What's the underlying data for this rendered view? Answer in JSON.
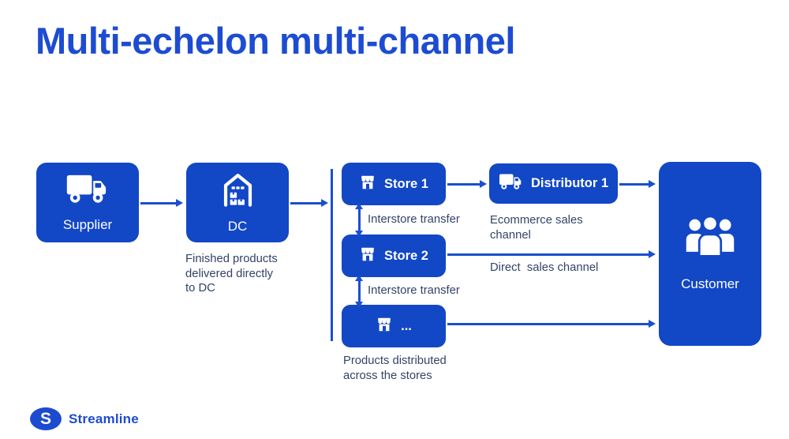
{
  "title": "Multi-echelon multi-channel",
  "colors": {
    "node_fill": "#1247c6",
    "arrow": "#1a4fce",
    "title_text": "#1d4cd2",
    "note_text": "#334467",
    "node_text": "#ffffff",
    "background": "#ffffff"
  },
  "nodes": {
    "supplier": {
      "label": "Supplier",
      "icon": "truck-icon"
    },
    "dc": {
      "label": "DC",
      "icon": "warehouse-icon"
    },
    "store1": {
      "label": "Store 1",
      "icon": "storefront-icon"
    },
    "store2": {
      "label": "Store 2",
      "icon": "storefront-icon"
    },
    "store_more": {
      "label": "...",
      "icon": "storefront-icon"
    },
    "distributor1": {
      "label": "Distributor 1",
      "icon": "truck-icon"
    },
    "customer": {
      "label": "Customer",
      "icon": "people-icon"
    }
  },
  "edges": [
    {
      "from": "supplier",
      "to": "dc"
    },
    {
      "from": "dc",
      "to": "stores-line"
    },
    {
      "from": "store1",
      "to": "distributor1"
    },
    {
      "from": "distributor1",
      "to": "customer",
      "label": "Ecommerce sales\nchannel"
    },
    {
      "from": "store2",
      "to": "customer",
      "label": "Direct  sales channel"
    },
    {
      "from": "store_more",
      "to": "customer"
    },
    {
      "from": "store1",
      "to": "store2",
      "bidirectional": true,
      "label": "Interstore transfer"
    },
    {
      "from": "store2",
      "to": "store_more",
      "bidirectional": true,
      "label": "Interstore transfer"
    }
  ],
  "annotations": {
    "dc_note": "Finished products\ndelivered directly\nto DC",
    "interstore_transfer_1": "Interstore transfer",
    "interstore_transfer_2": "Interstore transfer",
    "ecommerce_channel": "Ecommerce sales\nchannel",
    "direct_channel": "Direct  sales channel",
    "stores_note": "Products distributed\nacross the stores"
  },
  "logo": {
    "mark": "S",
    "text": "Streamline"
  }
}
